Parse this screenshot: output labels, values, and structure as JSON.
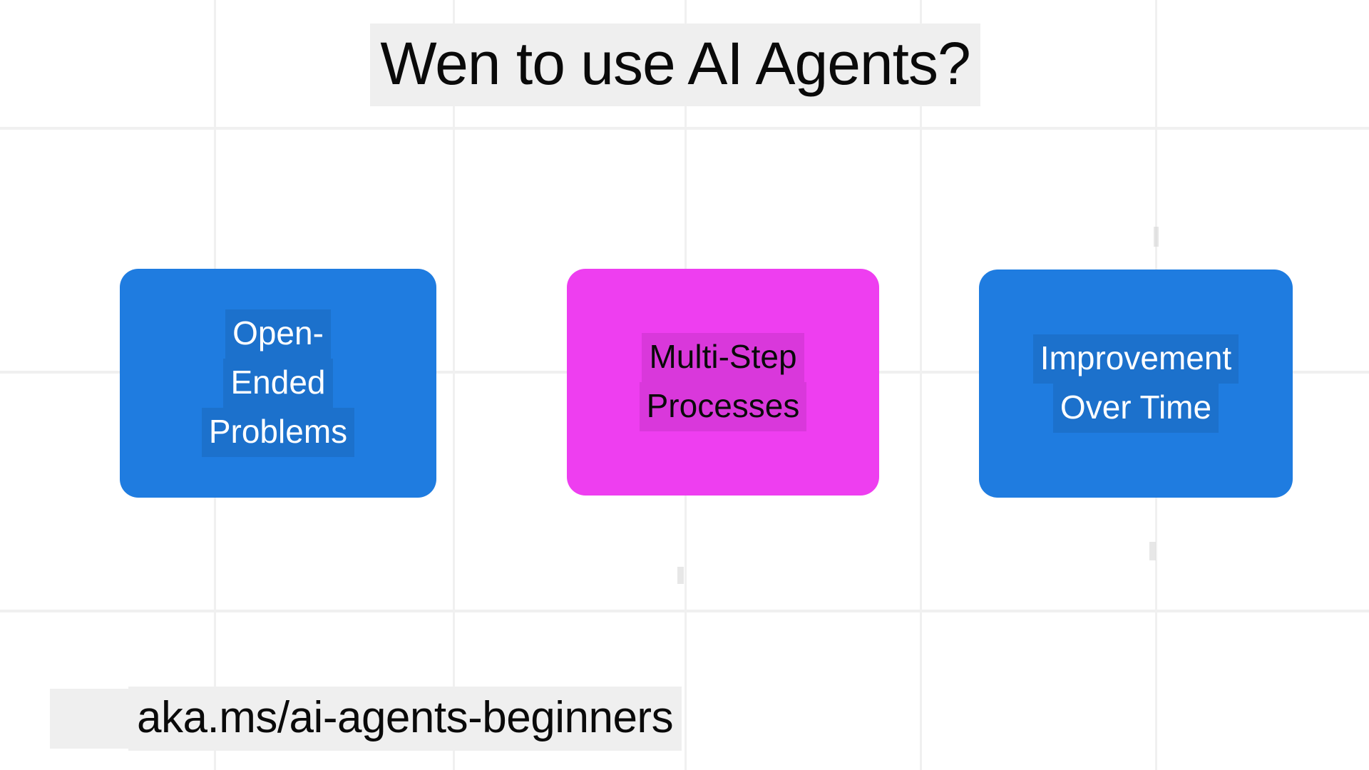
{
  "page": {
    "kind": "whiteboard-slide",
    "background_color": "#ffffff",
    "grid_color": "#f0f0f0",
    "highlight_color": "#efefef"
  },
  "title": {
    "text": "Wen to use AI Agents?"
  },
  "cards": [
    {
      "name": "open-ended-problems",
      "color": "#1f7ce0",
      "text_color": "#ffffff",
      "lines": [
        "Open-",
        "Ended",
        "Problems"
      ]
    },
    {
      "name": "multi-step-processes",
      "color": "#ee3ef0",
      "text_color": "#0a0a0a",
      "lines": [
        "Multi-Step",
        "Processes"
      ]
    },
    {
      "name": "improvement-over-time",
      "color": "#1f7ce0",
      "text_color": "#ffffff",
      "lines": [
        "Improvement",
        "Over Time"
      ]
    }
  ],
  "footer": {
    "link_text": "aka.ms/ai-agents-beginners"
  },
  "grid": {
    "vertical_x": [
      300,
      635,
      960,
      1290,
      1620
    ],
    "horizontal_y": [
      178,
      520,
      855
    ]
  }
}
